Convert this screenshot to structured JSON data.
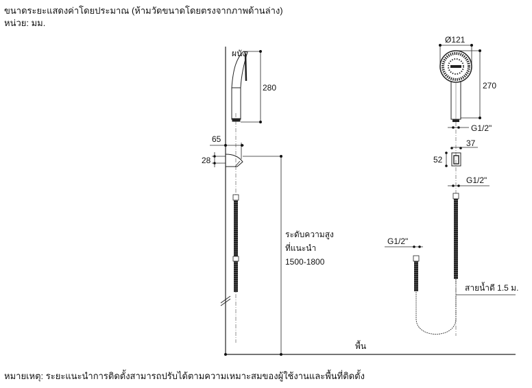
{
  "header": {
    "line1": "ขนาดระยะแสดงค่าโดยประมาณ (ห้ามวัดขนาดโดยตรงจากภาพด้านล่าง)",
    "line2": "หน่วย: มม."
  },
  "side_view": {
    "wall_label": "ผนัง",
    "shower_length": "280",
    "holder_depth": "65",
    "holder_height": "28",
    "height_label_1": "ระดับความสูง",
    "height_label_2": "ที่แนะนำ",
    "height_range": "1500-1800",
    "floor_label": "พื้น"
  },
  "front_view": {
    "head_diameter": "Ø121",
    "shower_length": "270",
    "thread_1": "G1/2\"",
    "holder_width": "37",
    "holder_height": "52",
    "thread_2": "G1/2\"",
    "thread_3": "G1/2\"",
    "hose_label": "สายน้ำดี 1.5 ม."
  },
  "footer": {
    "note": "หมายเหตุ: ระยะแนะนำการติดตั้งสามารถปรับได้ตามความเหมาะสมของผู้ใช้งานและพื้นที่ติดตั้ง"
  }
}
